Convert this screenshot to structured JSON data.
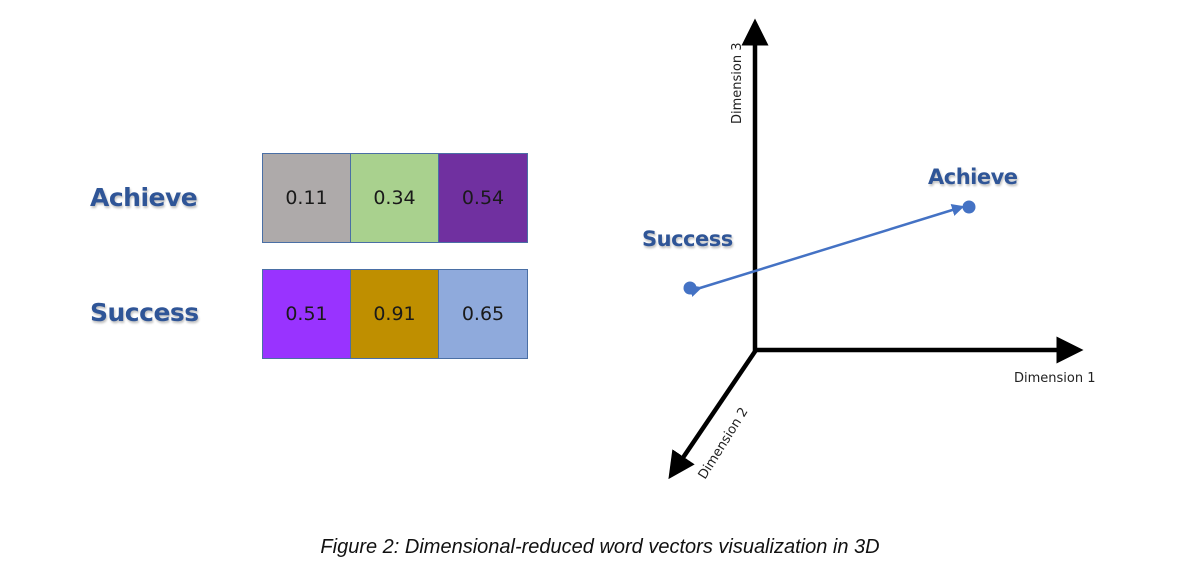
{
  "vectors": [
    {
      "word": "Achieve",
      "values": [
        "0.11",
        "0.34",
        "0.54"
      ],
      "colors": [
        "#aeaaaa",
        "#a9d18e",
        "#7030a0"
      ]
    },
    {
      "word": "Success",
      "values": [
        "0.51",
        "0.91",
        "0.65"
      ],
      "colors": [
        "#9933ff",
        "#bf8f00",
        "#8faadc"
      ]
    }
  ],
  "plot": {
    "axes": {
      "x": "Dimension 1",
      "y": "Dimension 2",
      "z": "Dimension 3"
    },
    "points": [
      {
        "label": "Achieve"
      },
      {
        "label": "Success"
      }
    ],
    "point_color": "#4472c4",
    "label_color": "#2f5597"
  },
  "caption": "Figure 2: Dimensional-reduced word vectors visualization in 3D"
}
